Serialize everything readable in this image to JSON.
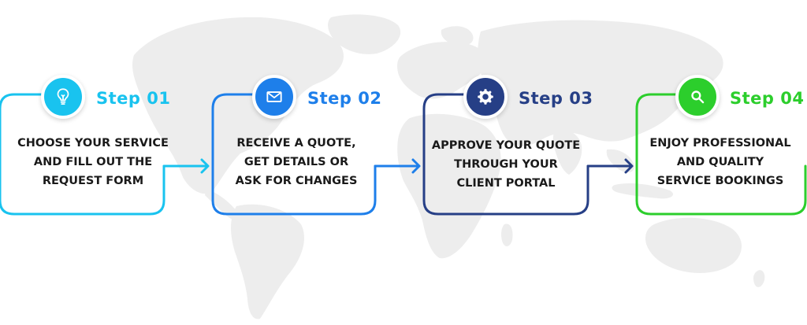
{
  "steps": [
    {
      "label": "Step 01",
      "color": "#19c3ef",
      "icon": "lightbulb-icon",
      "lines": [
        "CHOOSE YOUR SERVICE",
        "AND FILL OUT THE",
        "REQUEST FORM"
      ]
    },
    {
      "label": "Step 02",
      "color": "#1e7fea",
      "icon": "envelope-icon",
      "lines": [
        "RECEIVE A QUOTE,",
        "GET DETAILS OR",
        "ASK FOR CHANGES"
      ]
    },
    {
      "label": "Step 03",
      "color": "#263f86",
      "icon": "gear-icon",
      "lines": [
        "APPROVE YOUR QUOTE",
        "THROUGH YOUR",
        "CLIENT PORTAL"
      ]
    },
    {
      "label": "Step 04",
      "color": "#2cce2c",
      "icon": "search-icon",
      "lines": [
        "ENJOY PROFESSIONAL",
        "AND QUALITY",
        "SERVICE BOOKINGS"
      ]
    }
  ],
  "colors": {
    "map": "#ededed",
    "connector_1": "#19c3ef",
    "connector_2": "#1e7fea",
    "connector_3": "#263f86"
  }
}
